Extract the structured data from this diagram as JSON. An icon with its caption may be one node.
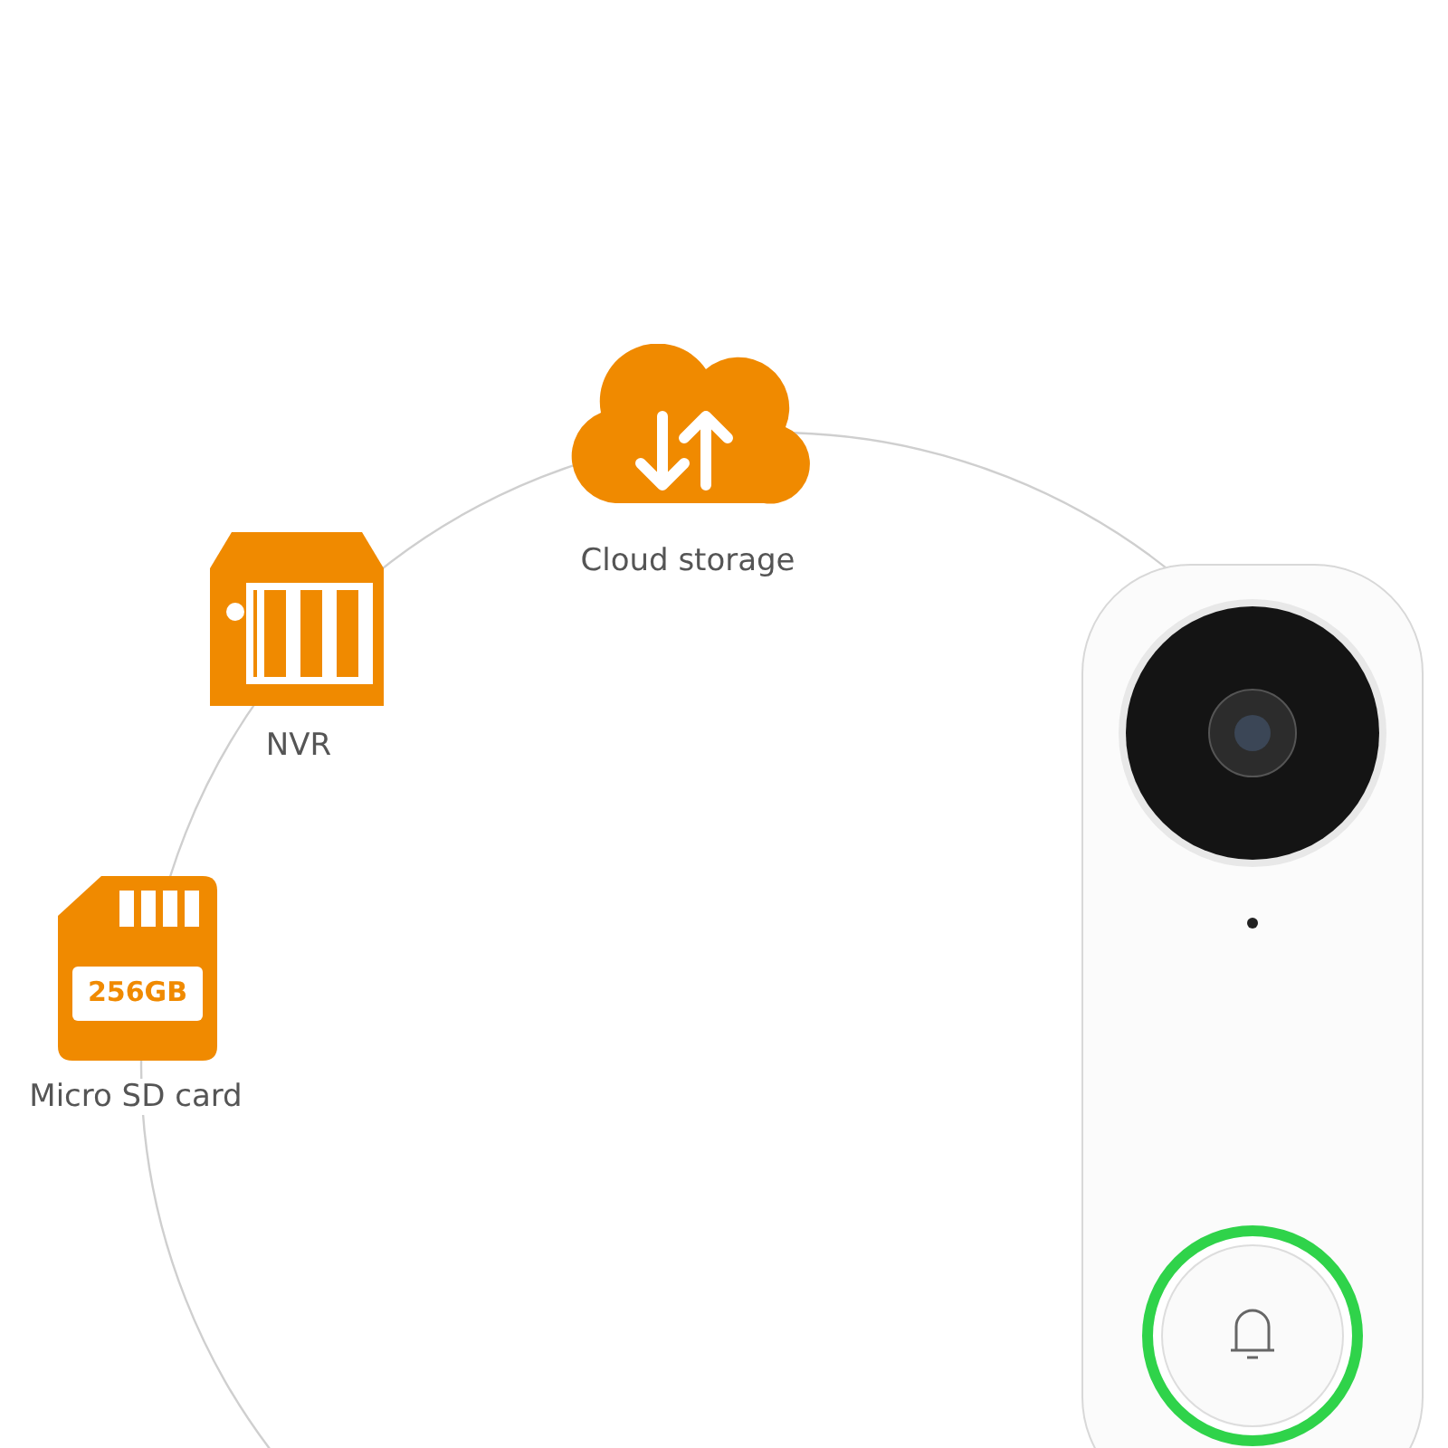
{
  "diagram": {
    "nodes": [
      {
        "text": [
          "Cloud storage"
        ]
      },
      {
        "text": [
          "NVR"
        ]
      },
      {
        "text": [
          "256GB",
          "Micro SD card"
        ]
      }
    ]
  }
}
